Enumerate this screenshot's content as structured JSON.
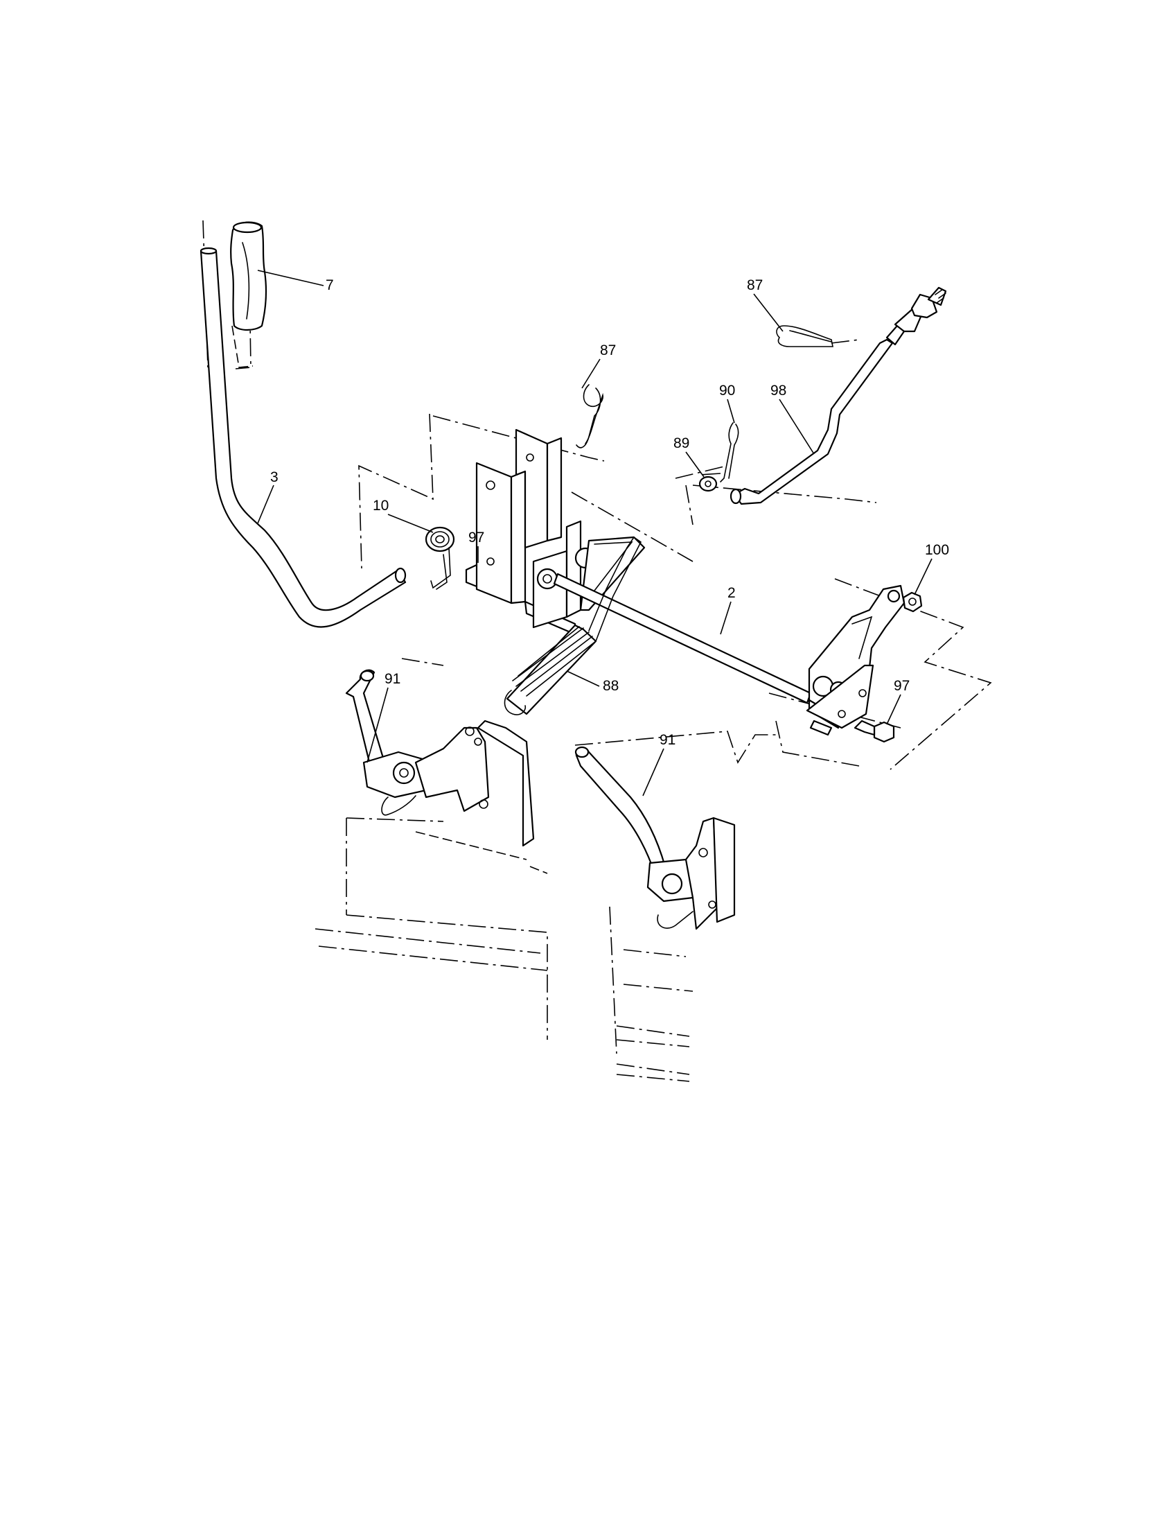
{
  "callouts": [
    {
      "id": "c7",
      "label": "7"
    },
    {
      "id": "c87a",
      "label": "87"
    },
    {
      "id": "c87b",
      "label": "87"
    },
    {
      "id": "c90",
      "label": "90"
    },
    {
      "id": "c98",
      "label": "98"
    },
    {
      "id": "c89",
      "label": "89"
    },
    {
      "id": "c3",
      "label": "3"
    },
    {
      "id": "c10",
      "label": "10"
    },
    {
      "id": "c97a",
      "label": "97"
    },
    {
      "id": "c100",
      "label": "100"
    },
    {
      "id": "c2",
      "label": "2"
    },
    {
      "id": "c91a",
      "label": "91"
    },
    {
      "id": "c88",
      "label": "88"
    },
    {
      "id": "c97b",
      "label": "97"
    },
    {
      "id": "c91b",
      "label": "91"
    }
  ],
  "colors": {
    "line": "#000000",
    "background": "#ffffff"
  }
}
